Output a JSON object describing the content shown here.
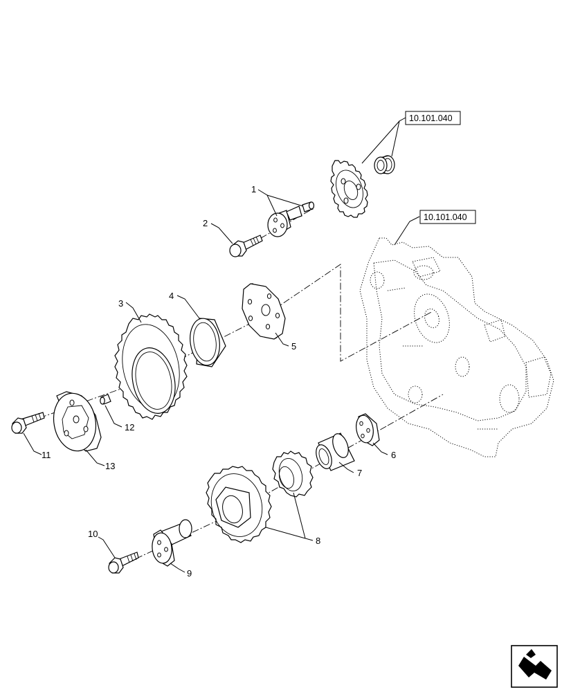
{
  "references": {
    "ref_top": "10.101.040",
    "ref_housing": "10.101.040"
  },
  "callouts": {
    "c1": "1",
    "c2": "2",
    "c3": "3",
    "c4": "4",
    "c5": "5",
    "c6": "6",
    "c7": "7",
    "c8": "8",
    "c9": "9",
    "c10": "10",
    "c11": "11",
    "c12": "12",
    "c13": "13"
  },
  "icons": {
    "nav": "next-page-arrow-icon"
  }
}
